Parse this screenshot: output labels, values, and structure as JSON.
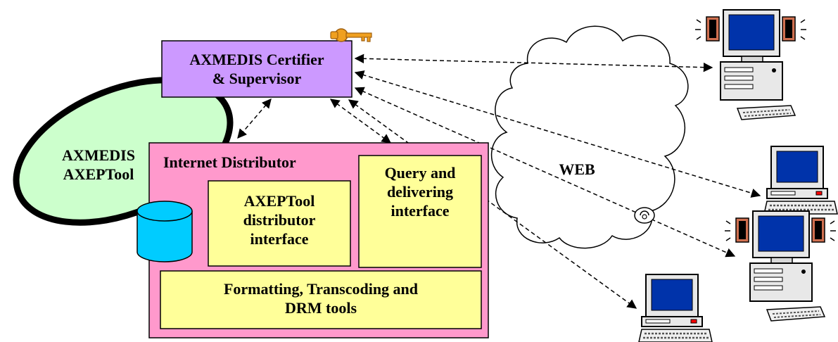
{
  "labels": {
    "certifier": "AXMEDIS Certifier\n& Supervisor",
    "axeptool": "AXMEDIS\nAXEPTool",
    "distributor": "Internet Distributor",
    "axeptool_interface": "AXEPTool\ndistributor\ninterface",
    "query_interface": "Query and\ndelivering\ninterface",
    "formatting": "Formatting, Transcoding and\nDRM tools",
    "web": "WEB"
  },
  "colors": {
    "certifier_fill": "#cc99ff",
    "axeptool_fill": "#ccffcc",
    "distributor_fill": "#ff99cc",
    "inner_fill": "#ffff99",
    "database_fill": "#00ccff",
    "key": "#f0a020",
    "monitor_screen": "#0033aa",
    "case_fill": "#e8e8e8"
  },
  "icons": [
    "key-icon",
    "database-icon",
    "cloud-icon",
    "padlock-icon",
    "multimedia-pc-icon",
    "desktop-pc-icon"
  ]
}
